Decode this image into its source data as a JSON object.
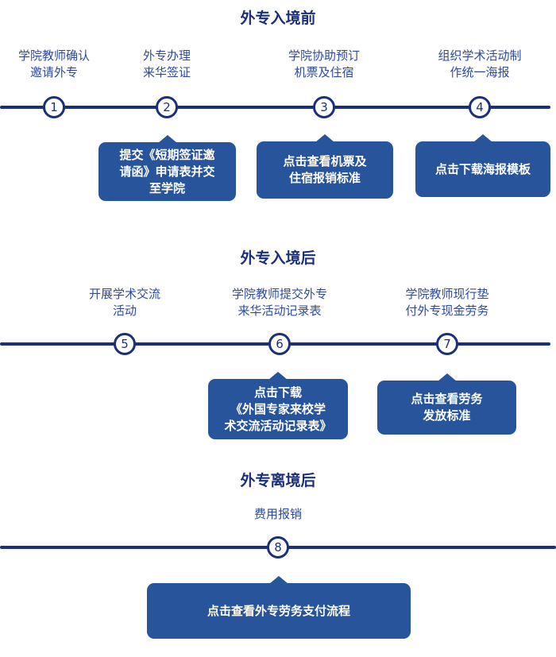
{
  "colors": {
    "navy": "#1b2f7d",
    "label_blue": "#2e4a9f",
    "box_blue": "#27549b",
    "box_text": "#ffffff"
  },
  "sections": [
    {
      "title": "外专入境前",
      "steps": [
        {
          "num": "1",
          "label": "学院教师确认\n邀请外专"
        },
        {
          "num": "2",
          "label": "外专办理\n来华签证"
        },
        {
          "num": "3",
          "label": "学院协助预订\n机票及住宿"
        },
        {
          "num": "4",
          "label": "组织学术活动制\n作统一海报"
        }
      ],
      "callouts": [
        {
          "text": "提交《短期签证邀\n请函》申请表并交\n至学院"
        },
        {
          "text": "点击查看机票及\n住宿报销标准"
        },
        {
          "text": "点击下载海报模板"
        }
      ]
    },
    {
      "title": "外专入境后",
      "steps": [
        {
          "num": "5",
          "label": "开展学术交流\n活动"
        },
        {
          "num": "6",
          "label": "学院教师提交外专\n来华活动记录表"
        },
        {
          "num": "7",
          "label": "学院教师现行垫\n付外专现金劳务"
        }
      ],
      "callouts": [
        {
          "text": "点击下载\n《外国专家来校学\n术交流活动记录表》"
        },
        {
          "text": "点击查看劳务\n发放标准"
        }
      ]
    },
    {
      "title": "外专离境后",
      "steps": [
        {
          "num": "8",
          "label": "费用报销"
        }
      ],
      "callouts": [
        {
          "text": "点击查看外专劳务支付流程"
        }
      ]
    }
  ]
}
